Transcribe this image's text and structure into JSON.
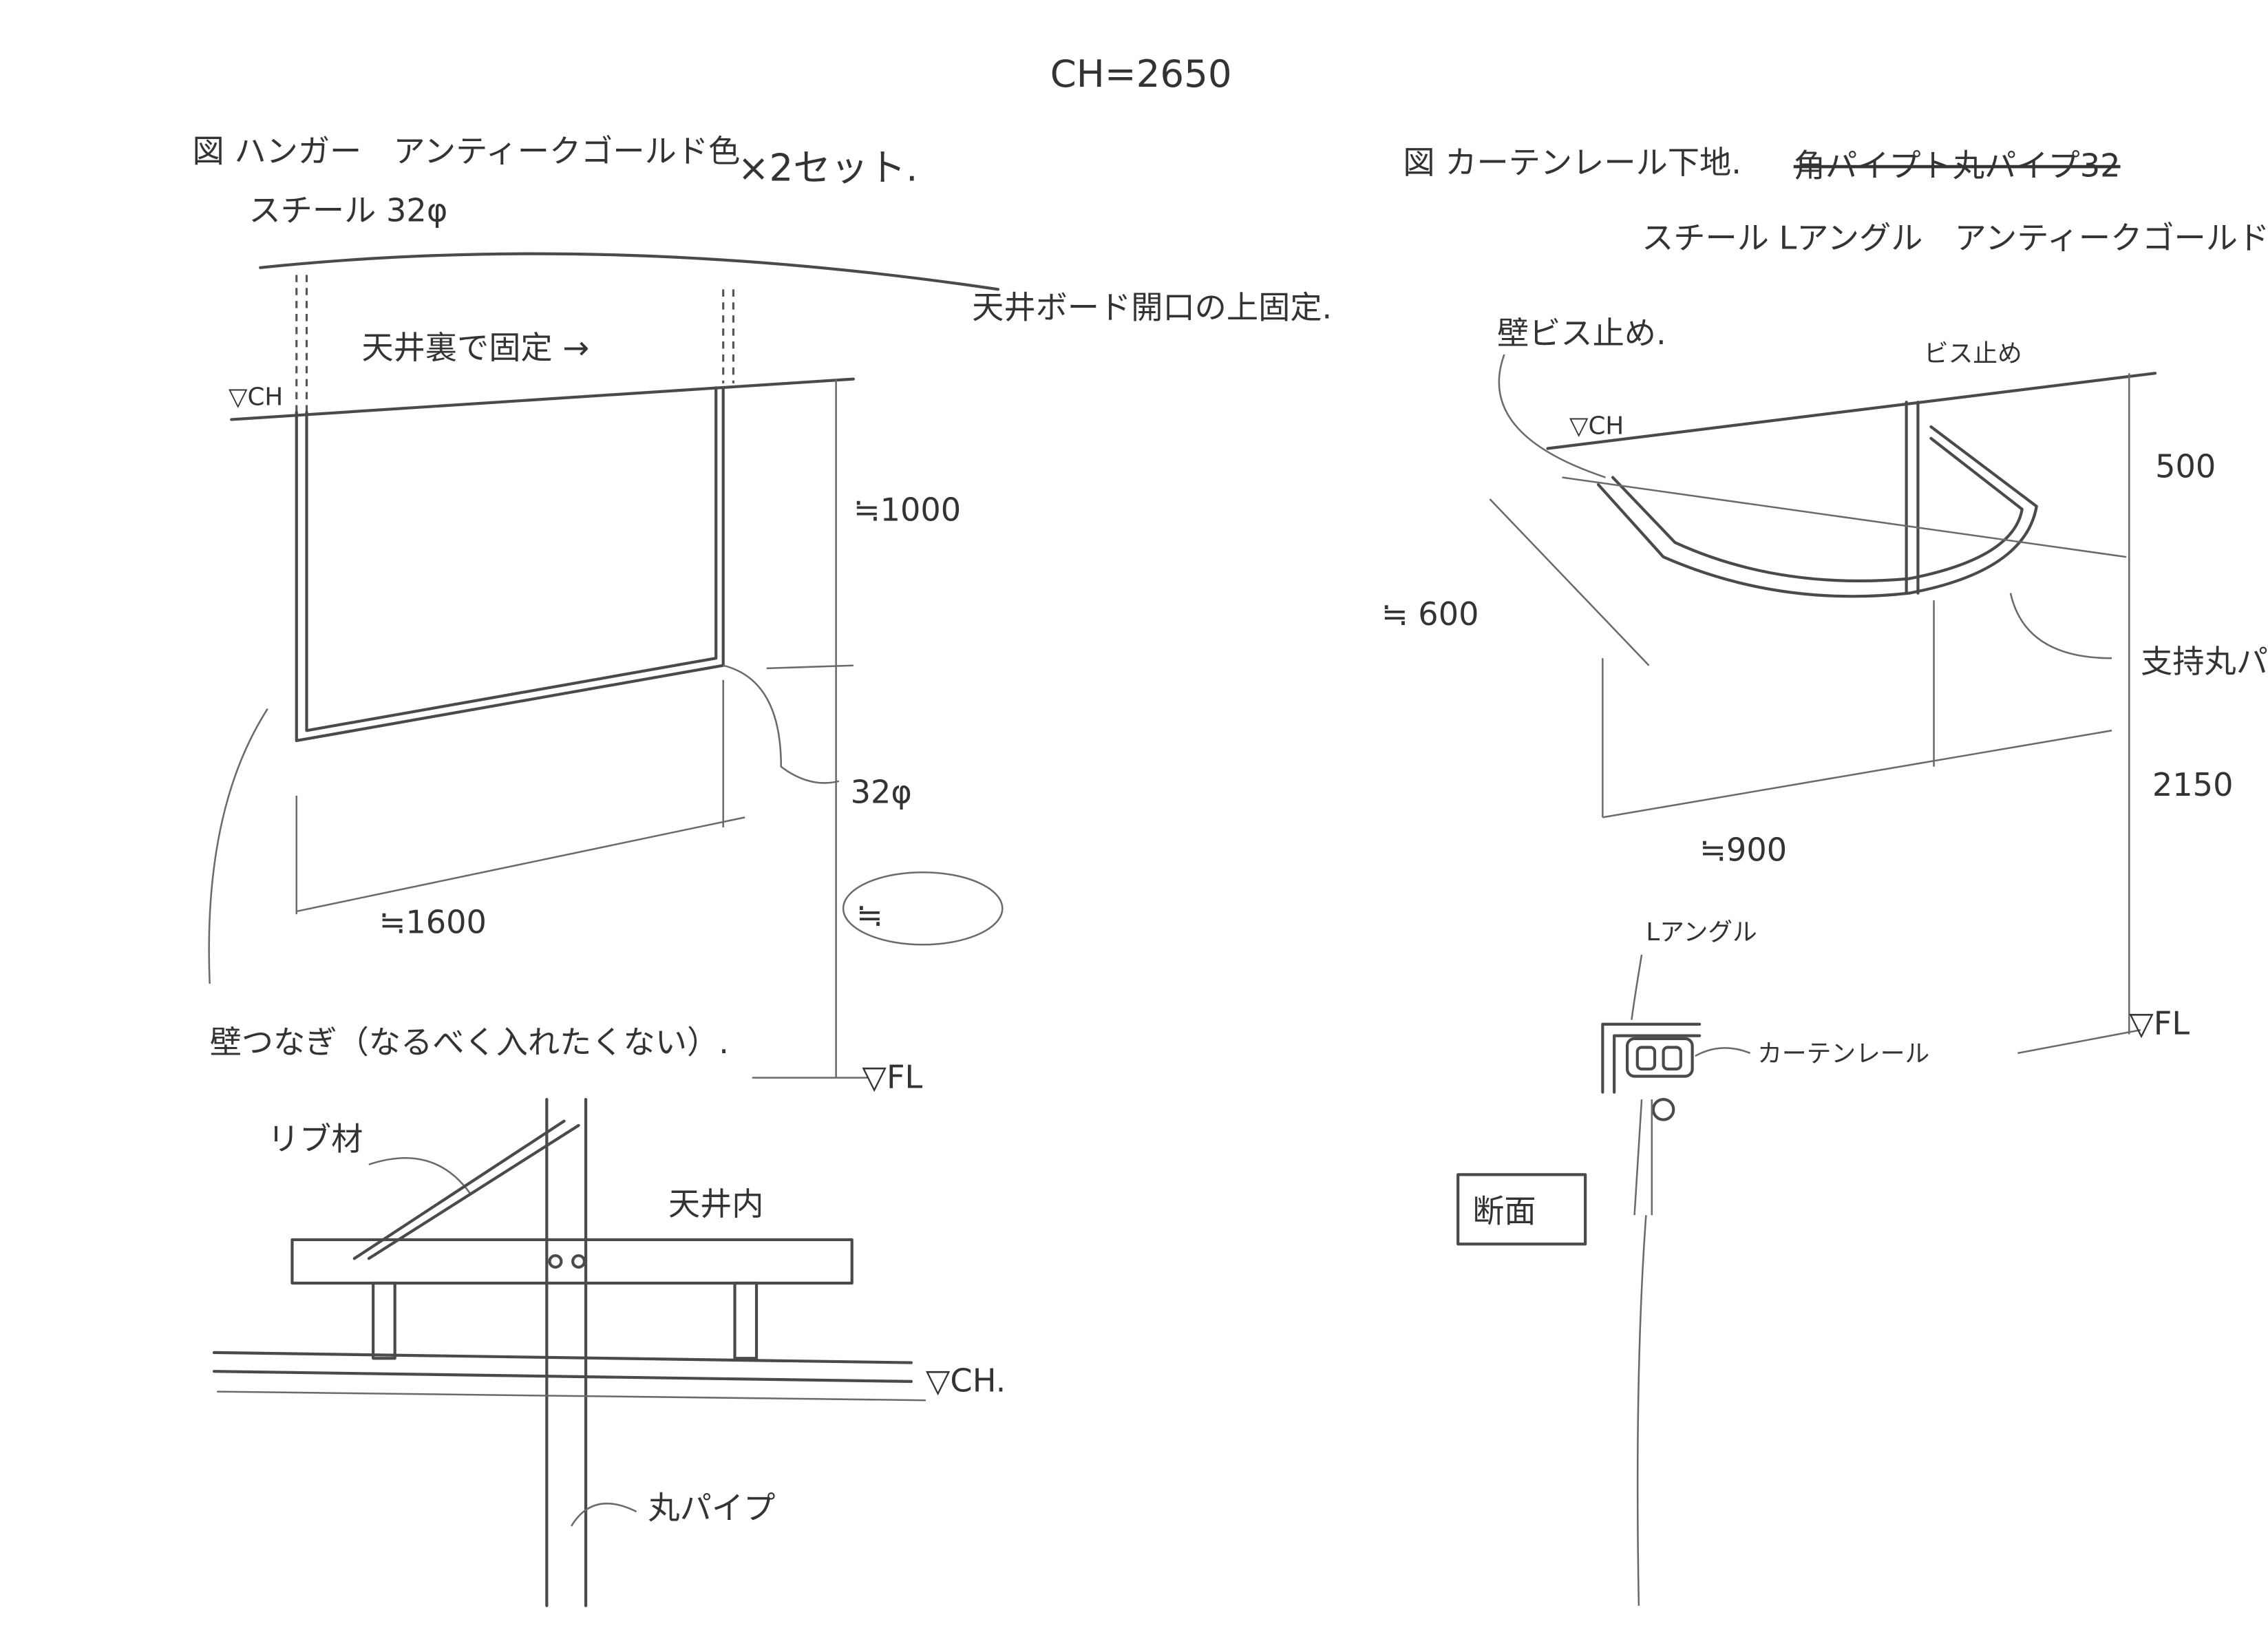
{
  "title": "CH=2650",
  "hanger": {
    "heading": "図 ハンガー　アンティークゴールド色",
    "qty": "×2セット.",
    "material": "スチール 32φ",
    "note_ceiling_board": "天井ボード開口の上固定.",
    "note_fix": "天井裏で固定 →",
    "ch_mark": "▽CH",
    "dim_height": "≒1000",
    "dim_pipe": "32φ",
    "dim_width": "≒1600",
    "dim_blank": "≒",
    "fl_mark": "▽FL",
    "wall_tie": "壁つなぎ（なるべく入れたくない）."
  },
  "ceiling_detail": {
    "rib": "リブ材",
    "inside_ceiling": "天井内",
    "ch_mark": "▽CH.",
    "round_pipe": "丸パイプ"
  },
  "curtain": {
    "heading": "図 カーテンレール下地.",
    "struck": "角パイプト丸パイプ32",
    "material": "スチール Lアングル　アンティークゴールド色.",
    "wall_screw": "壁ビス止め.",
    "screw": "ビス止め",
    "ch_mark": "▽CH",
    "dim_top": "500",
    "dim_depth": "≒ 600",
    "support": "支持丸パイ",
    "dim_bottom": "2150",
    "dim_width": "≒900",
    "fl_mark": "▽FL",
    "section": {
      "angle": "Lアングル",
      "rail": "カーテンレール",
      "label": "断面"
    }
  }
}
